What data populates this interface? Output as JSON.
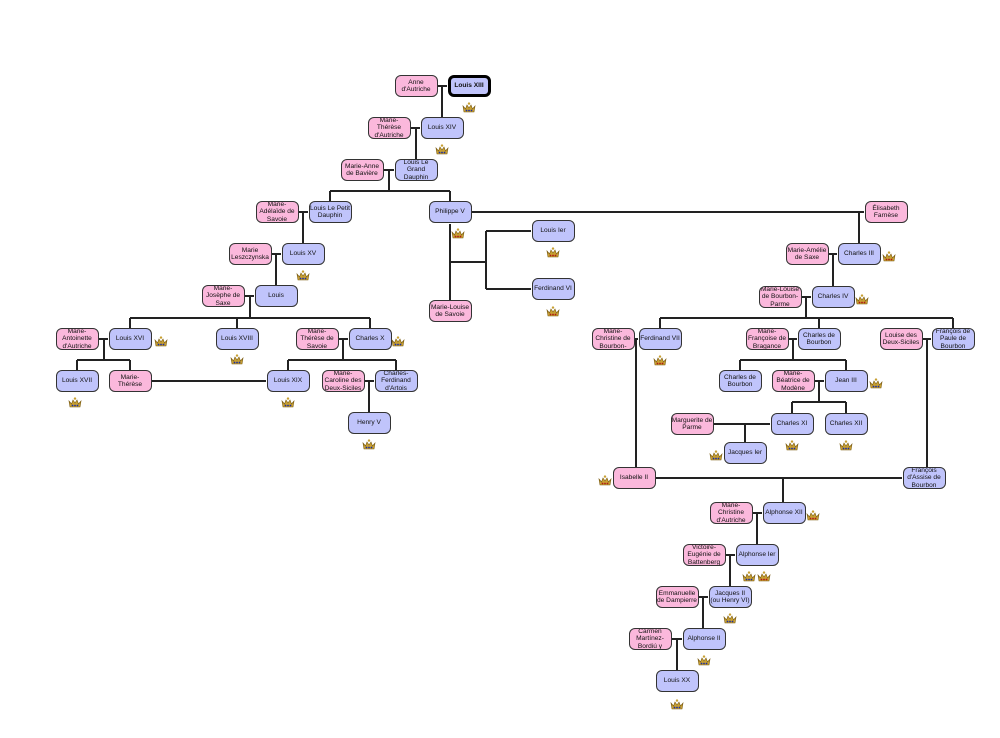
{
  "colors": {
    "male": "#c0c4fb",
    "female": "#fbb8dc",
    "line": "#222222",
    "french_jewel": "#1e2fa0",
    "spanish_jewel": "#b01818",
    "crown_gold": "#c8a032"
  },
  "nodes": [
    {
      "id": "anne-d-autriche",
      "label": "Anne d'Autriche",
      "sex": "f",
      "crowns": []
    },
    {
      "id": "louis-xiii",
      "label": "Louis XIII",
      "sex": "m",
      "bold": true,
      "crowns": [
        "french"
      ]
    },
    {
      "id": "marie-therese-d-autriche",
      "label": "Marie-Thérèse d'Autriche",
      "sex": "f",
      "crowns": []
    },
    {
      "id": "louis-xiv",
      "label": "Louis XIV",
      "sex": "m",
      "crowns": [
        "french"
      ]
    },
    {
      "id": "marie-anne-de-baviere",
      "label": "Marie-Anne de Bavière",
      "sex": "f",
      "crowns": []
    },
    {
      "id": "louis-le-grand-dauphin",
      "label": "Louis Le Grand Dauphin",
      "sex": "m",
      "crowns": []
    },
    {
      "id": "marie-adelaide-de-savoie",
      "label": "Marie-Adélaïde de Savoie",
      "sex": "f",
      "crowns": []
    },
    {
      "id": "louis-le-petit-dauphin",
      "label": "Louis Le Petit Dauphin",
      "sex": "m",
      "crowns": []
    },
    {
      "id": "marie-leszczynska",
      "label": "Marie Leszczynska",
      "sex": "f",
      "crowns": []
    },
    {
      "id": "louis-xv",
      "label": "Louis XV",
      "sex": "m",
      "crowns": [
        "french"
      ]
    },
    {
      "id": "marie-josephe-de-saxe",
      "label": "Marie-Josèphe de Saxe",
      "sex": "f",
      "crowns": []
    },
    {
      "id": "louis",
      "label": "Louis",
      "sex": "m",
      "crowns": []
    },
    {
      "id": "marie-antoinette",
      "label": "Marie-Antoinette d'Autriche",
      "sex": "f",
      "crowns": []
    },
    {
      "id": "louis-xvi",
      "label": "Louis XVI",
      "sex": "m",
      "crowns": [
        "french"
      ]
    },
    {
      "id": "louis-xviii",
      "label": "Louis XVIII",
      "sex": "m",
      "crowns": [
        "french"
      ]
    },
    {
      "id": "marie-therese-de-savoie",
      "label": "Marie-Thérèse de Savoie",
      "sex": "f",
      "crowns": []
    },
    {
      "id": "charles-x",
      "label": "Charles X",
      "sex": "m",
      "crowns": [
        "french"
      ]
    },
    {
      "id": "louis-xvii",
      "label": "Louis XVII",
      "sex": "m",
      "crowns": [
        "french"
      ]
    },
    {
      "id": "marie-therese",
      "label": "Marie-Thérèse",
      "sex": "f",
      "crowns": []
    },
    {
      "id": "louis-xix",
      "label": "Louis XIX",
      "sex": "m",
      "crowns": [
        "french"
      ]
    },
    {
      "id": "marie-caroline",
      "label": "Marie-Caroline des Deux-Siciles",
      "sex": "f",
      "crowns": []
    },
    {
      "id": "charles-ferdinand",
      "label": "Charles-Ferdinand d'Artois",
      "sex": "m",
      "crowns": []
    },
    {
      "id": "henry-v",
      "label": "Henry V",
      "sex": "m",
      "crowns": [
        "french"
      ]
    },
    {
      "id": "philippe-v",
      "label": "Philippe V",
      "sex": "m",
      "crowns": [
        "spanish"
      ]
    },
    {
      "id": "louis-ier",
      "label": "Louis Ier",
      "sex": "m",
      "crowns": [
        "spanish"
      ]
    },
    {
      "id": "ferdinand-vi",
      "label": "Ferdinand VI",
      "sex": "m",
      "crowns": [
        "spanish"
      ]
    },
    {
      "id": "marie-louise-de-savoie",
      "label": "Marie-Louise de Savoie",
      "sex": "f",
      "crowns": []
    },
    {
      "id": "elisabeth-farnese",
      "label": "Élisabeth Farnèse",
      "sex": "f",
      "crowns": []
    },
    {
      "id": "marie-amelie-de-saxe",
      "label": "Marie-Amélie de Saxe",
      "sex": "f",
      "crowns": []
    },
    {
      "id": "charles-iii",
      "label": "Charles III",
      "sex": "m",
      "crowns": [
        "spanish"
      ]
    },
    {
      "id": "marie-louise-de-bourbon-parme",
      "label": "Marie-Louise de Bourbon-Parme",
      "sex": "f",
      "crowns": []
    },
    {
      "id": "charles-iv",
      "label": "Charles IV",
      "sex": "m",
      "crowns": [
        "spanish"
      ]
    },
    {
      "id": "marie-christine-de-bourbon",
      "label": "Marie-Christine de Bourbon-",
      "sex": "f",
      "crowns": []
    },
    {
      "id": "ferdinand-vii",
      "label": "Ferdinand VII",
      "sex": "m",
      "crowns": [
        "spanish"
      ]
    },
    {
      "id": "marie-francoise-de-bragance",
      "label": "Marie-Françoise de Bragance",
      "sex": "f",
      "crowns": []
    },
    {
      "id": "charles-de-bourbon",
      "label": "Charles de Bourbon",
      "sex": "m",
      "crowns": []
    },
    {
      "id": "louise-des-deux-siciles",
      "label": "Louise des Deux-Siciles",
      "sex": "f",
      "crowns": []
    },
    {
      "id": "francois-de-paule",
      "label": "François de Paule de Bourbon",
      "sex": "m",
      "crowns": []
    },
    {
      "id": "charles-de-bourbon-2",
      "label": "Charles de Bourbon",
      "sex": "m",
      "crowns": []
    },
    {
      "id": "marie-beatrice-de-modene",
      "label": "Marie-Béatrice de Modène",
      "sex": "f",
      "crowns": []
    },
    {
      "id": "jean-iii",
      "label": "Jean III",
      "sex": "m",
      "crowns": [
        "french"
      ]
    },
    {
      "id": "marguerite-de-parme",
      "label": "Marguerite de Parme",
      "sex": "f",
      "crowns": []
    },
    {
      "id": "charles-xi",
      "label": "Charles XI",
      "sex": "m",
      "crowns": [
        "french"
      ]
    },
    {
      "id": "charles-xii",
      "label": "Charles XII",
      "sex": "m",
      "crowns": [
        "french"
      ]
    },
    {
      "id": "jacques-ier",
      "label": "Jacques Ier",
      "sex": "m",
      "crowns": [
        "french"
      ]
    },
    {
      "id": "isabelle-ii",
      "label": "Isabelle II",
      "sex": "f",
      "crowns": [
        "spanish"
      ]
    },
    {
      "id": "francois-d-assise",
      "label": "François d'Assise de Bourbon",
      "sex": "m",
      "crowns": []
    },
    {
      "id": "marie-christine-d-autriche",
      "label": "Marie-Christine d'Autriche",
      "sex": "f",
      "crowns": []
    },
    {
      "id": "alphonse-xii",
      "label": "Alphonse XII",
      "sex": "m",
      "crowns": [
        "spanish"
      ]
    },
    {
      "id": "victoire-eugenie",
      "label": "Victoire-Eugénie de Battenberg",
      "sex": "f",
      "crowns": []
    },
    {
      "id": "alphonse-ier",
      "label": "Alphonse Ier",
      "sex": "m",
      "crowns": [
        "french",
        "spanish"
      ]
    },
    {
      "id": "emmanuelle-de-dampierre",
      "label": "Emmanuelle de Dampierre",
      "sex": "f",
      "crowns": []
    },
    {
      "id": "jacques-ii",
      "label": "Jacques II (ou Henry VI)",
      "sex": "m",
      "crowns": [
        "french"
      ]
    },
    {
      "id": "carmen-martinez-bordiu",
      "label": "Carmen Martínez-Bordiú y",
      "sex": "f",
      "crowns": []
    },
    {
      "id": "alphonse-ii",
      "label": "Alphonse II",
      "sex": "m",
      "crowns": [
        "french"
      ]
    },
    {
      "id": "louis-xx",
      "label": "Louis XX",
      "sex": "m",
      "crowns": [
        "french"
      ]
    }
  ]
}
